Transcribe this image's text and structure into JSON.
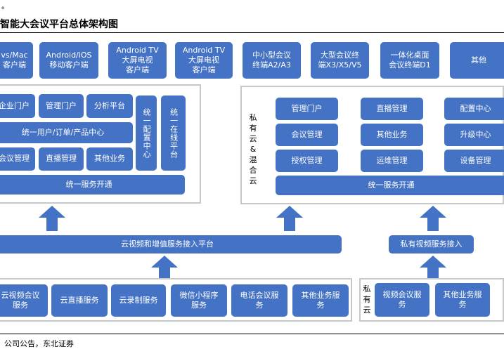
{
  "header": {
    "top_mark": "。",
    "title": "智能大会议平台总体架构图"
  },
  "clients": [
    "vs/Mac\n客户端",
    "Android/iOS\n移动客户端",
    "Android TV\n大屏电视\n客户端",
    "Android TV\n大屏电视\n客户端",
    "中小型会议\n终端A2/A3",
    "大型会议终\n端X3/X5/V5",
    "一体化桌面\n会议终端D1",
    "其他"
  ],
  "public_panel": {
    "row1": [
      "企业门户",
      "管理门户",
      "分析平台"
    ],
    "unified_user": "统一用户/订单/产品中心",
    "row3": [
      "会议管理",
      "直播管理",
      "其他业务"
    ],
    "unified_config": "统一配置中心",
    "unified_online": "统一在线平台",
    "unified_service": "统一服务开通"
  },
  "private_panel": {
    "label": "私\n有\n云\n&\n混\n合\n云",
    "grid": [
      [
        "管理门户",
        "直播管理",
        "配置中心"
      ],
      [
        "会议管理",
        "其他业务",
        "升级中心"
      ],
      [
        "授权管理",
        "运维管理",
        "设备管理"
      ]
    ],
    "unified_service": "统一服务开通"
  },
  "access": {
    "cloud_platform": "云视频和增值服务接入平台",
    "private_access": "私有视频服务接入"
  },
  "services": [
    "云视频会议\n服务",
    "云直播服务",
    "云录制服务",
    "微信小程序\n服务",
    "电话会议服\n务",
    "其他业务服\n务"
  ],
  "private_services": {
    "label": "私\n有\n云",
    "items": [
      "视频会议服\n务",
      "其他业务服\n务"
    ]
  },
  "footer": {
    "source": "公司公告，东北证券"
  },
  "colors": {
    "box_blue": "#4472c4",
    "panel_border": "#c8c8c8",
    "rule": "#000000"
  }
}
